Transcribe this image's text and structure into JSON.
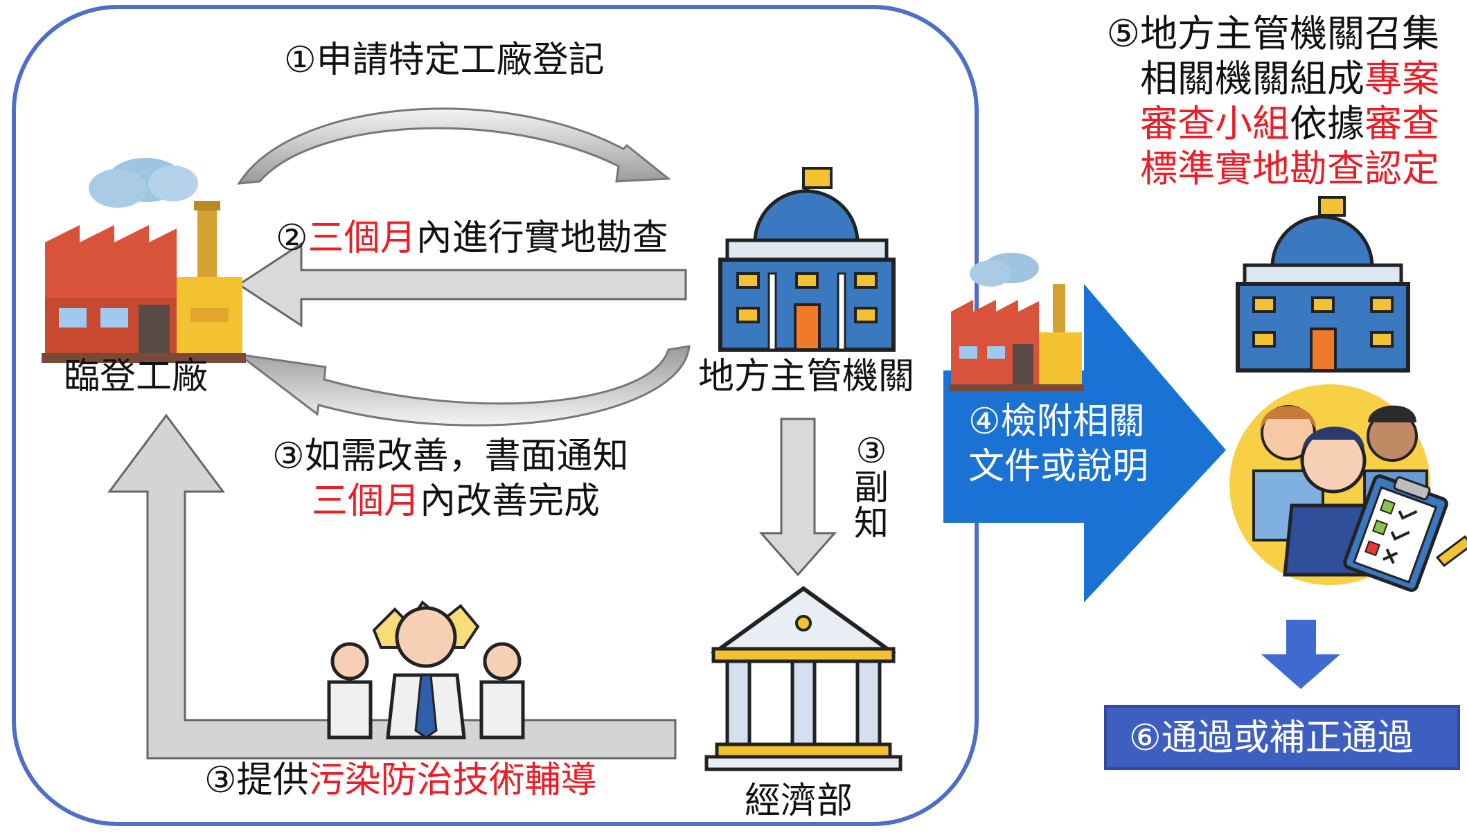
{
  "nodes": {
    "factory": "臨登工廠",
    "local_authority": "地方主管機關",
    "moea": "經濟部"
  },
  "steps": {
    "step1": "①申請特定工廠登記",
    "step2": {
      "prefix": "②",
      "highlight": "三個月",
      "suffix": "內進行實地勘查"
    },
    "step3_notice": {
      "line1": "③如需改善，書面通知",
      "line2_highlight": "三個月",
      "line2_suffix": "內改善完成"
    },
    "step3_cc": [
      "③",
      "副",
      "知"
    ],
    "step3_guidance": {
      "prefix": "③提供",
      "highlight": "污染防治技術輔導"
    },
    "step4": {
      "line1": "④檢附相關",
      "line2": "文件或說明"
    },
    "step5": {
      "line1": "⑤地方主管機關召集",
      "line2_plain": "相關機關組成",
      "line2_highlight": "專案",
      "line3_highlight_a": "審查小組",
      "line3_plain": "依據",
      "line3_highlight_b": "審查",
      "line4_highlight": "標準實地勘查認定"
    },
    "step6": "⑥通過或補正通過"
  },
  "colors": {
    "frame": "#4f6fc6",
    "highlight": "#ee1c24",
    "big_arrow": "#1a73d4",
    "result_box": "#3f5fc0",
    "gray_arrow": "#d4d4d4"
  }
}
